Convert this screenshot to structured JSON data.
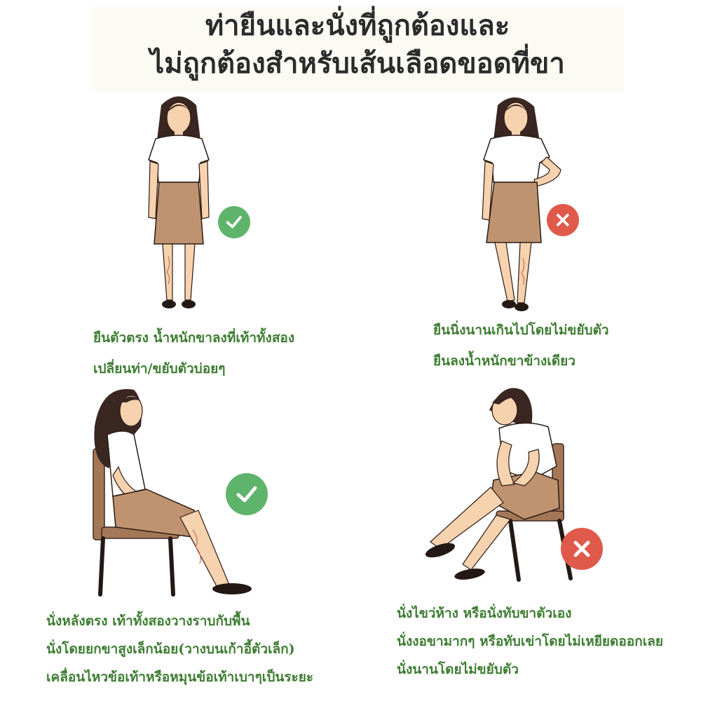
{
  "title": {
    "line1": "ท่ายืนและนั่งที่ถูกต้องและ",
    "line2": "ไม่ถูกต้องสำหรับเส้นเลือดขอดที่ขา"
  },
  "colors": {
    "correct": "#5fb46c",
    "wrong": "#e05a4b",
    "caption": "#3e7d32",
    "skirt": "#bf9370",
    "skin": "#f6d2ae",
    "hair": "#3a2722",
    "chair": "#a47857"
  },
  "icons": {
    "correct": "check-mark-icon",
    "wrong": "x-mark-icon"
  },
  "panels": {
    "stand_correct": {
      "lines": [
        "ยืนตัวตรง น้ำหนักขาลงที่เท้าทั้งสอง",
        "เปลี่ยนท่า/ขยับตัวบ่อยๆ"
      ]
    },
    "stand_wrong": {
      "lines": [
        "ยืนนิ่งนานเกินไปโดยไม่ขยับตัว",
        "ยืนลงน้ำหนักขาข้างเดียว"
      ]
    },
    "sit_correct": {
      "lines": [
        "นั่งหลังตรง เท้าทั้งสองวางราบกับพื้น",
        "นั่งโดยยกขาสูงเล็กน้อย(วางบนเก้าอี้ตัวเล็ก)",
        "เคลื่อนไหวข้อเท้าหรือหมุนข้อเท้าเบาๆเป็นระยะ"
      ]
    },
    "sit_wrong": {
      "lines": [
        "นั่งไขว่ห้าง หรือนั่งทับขาตัวเอง",
        "นั่งงอขามากๆ หรือทับเข่าโดยไม่เหยียดออกเลย",
        "นั่งนานโดยไม่ขยับตัว"
      ]
    }
  }
}
